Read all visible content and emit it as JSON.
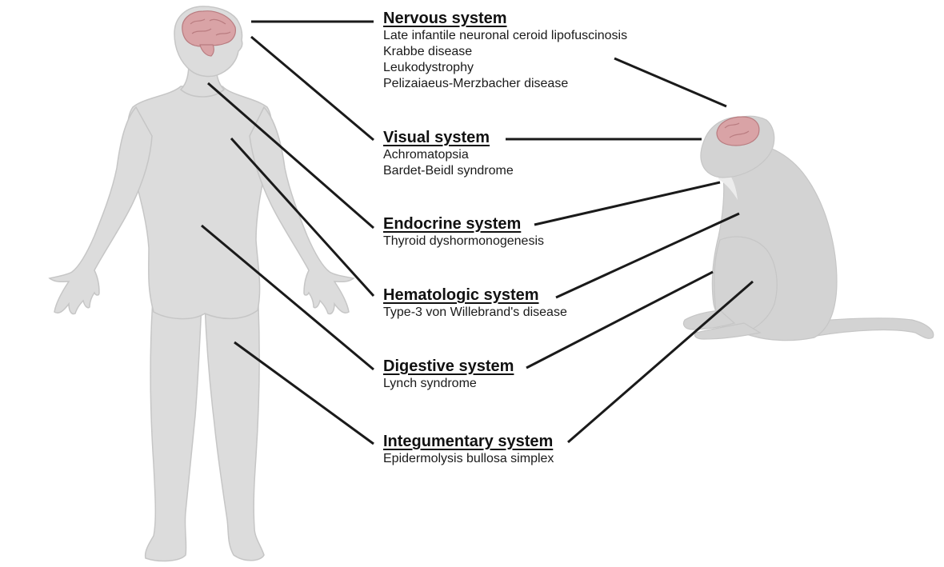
{
  "colors": {
    "body_fill": "#dcdcdc",
    "body_stroke": "#c6c6c6",
    "brain_fill": "#d9a3a6",
    "brain_stroke": "#b97c80",
    "monkey_fill": "#d3d3d3",
    "connector": "#1a1a1a"
  },
  "systems": [
    {
      "key": "nervous",
      "title": "Nervous system",
      "items": [
        "Late infantile neuronal ceroid lipofuscinosis",
        "Krabbe disease",
        "Leukodystrophy",
        "Pelizaiaeus-Merzbacher disease"
      ]
    },
    {
      "key": "visual",
      "title": "Visual system",
      "items": [
        "Achromatopsia",
        "Bardet-Beidl syndrome"
      ]
    },
    {
      "key": "endocrine",
      "title": "Endocrine system",
      "items": [
        "Thyroid dyshormonogenesis"
      ]
    },
    {
      "key": "hematologic",
      "title": "Hematologic system",
      "items": [
        "Type-3 von Willebrand's disease"
      ]
    },
    {
      "key": "digestive",
      "title": "Digestive system",
      "items": [
        "Lynch syndrome"
      ]
    },
    {
      "key": "integumentary",
      "title": "Integumentary system",
      "items": [
        "Epidermolysis bullosa simplex"
      ]
    }
  ]
}
